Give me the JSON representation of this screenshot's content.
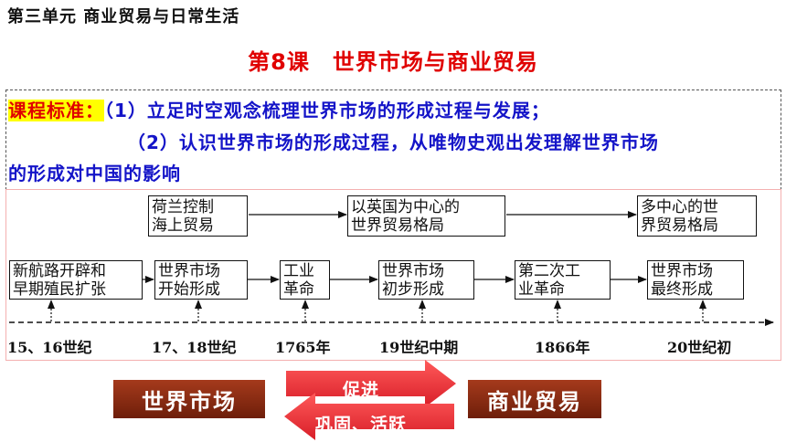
{
  "header": {
    "unit": "第三单元 商业贸易与日常生活",
    "lesson_title": "第8课　世界市场与商业贸易"
  },
  "standard": {
    "label": "课程标准：",
    "item1": "（1）立足时空观念梳理世界市场的形成过程与发展；",
    "item2": "（2）认识世界市场的形成过程，从唯物史观出发理解世界市场",
    "item2_cont": "的形成对中国的影响"
  },
  "diagram": {
    "top_boxes": [
      [
        "荷兰控制",
        "海上贸易"
      ],
      [
        "以英国为中心的",
        "世界贸易格局"
      ],
      [
        "多中心的世",
        "界贸易格局"
      ]
    ],
    "stage_boxes": [
      [
        "新航路开辟和",
        "早期殖民扩张"
      ],
      [
        "世界市场",
        "开始形成"
      ],
      [
        "工业",
        "革命"
      ],
      [
        "世界市场",
        "初步形成"
      ],
      [
        "第二次工",
        "业革命"
      ],
      [
        "世界市场",
        "最终形成"
      ]
    ],
    "timeline_labels": [
      "15、16世纪",
      "17、18世纪",
      "1765年",
      "19世纪中期",
      "1866年",
      "20世纪初"
    ]
  },
  "relation": {
    "left": "世界市场",
    "right": "商业贸易",
    "forward": "促进",
    "backward": "巩固、活跃"
  },
  "colors": {
    "title_red": "#e00000",
    "standard_blue": "#1414c8",
    "label_highlight": "#ffff00",
    "concept_brown": "#8b2a12",
    "arrow_red": "#e8303a"
  }
}
